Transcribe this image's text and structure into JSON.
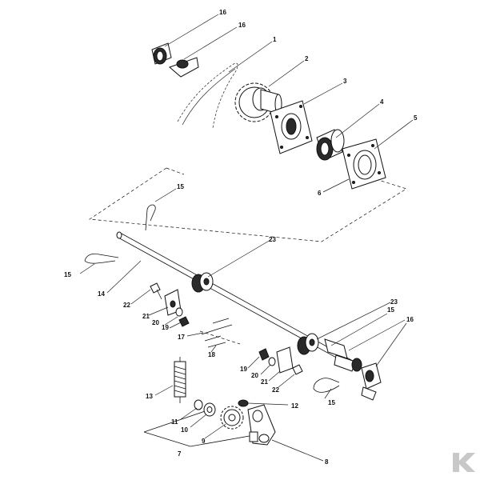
{
  "diagram": {
    "callouts": [
      "1",
      "2",
      "3",
      "4",
      "5",
      "6",
      "7",
      "8",
      "9",
      "10",
      "11",
      "12",
      "13",
      "14",
      "15",
      "15",
      "15",
      "15",
      "16",
      "16",
      "16",
      "17",
      "18",
      "19",
      "19",
      "20",
      "20",
      "21",
      "21",
      "22",
      "22",
      "23",
      "23"
    ],
    "logo_text": "K"
  }
}
